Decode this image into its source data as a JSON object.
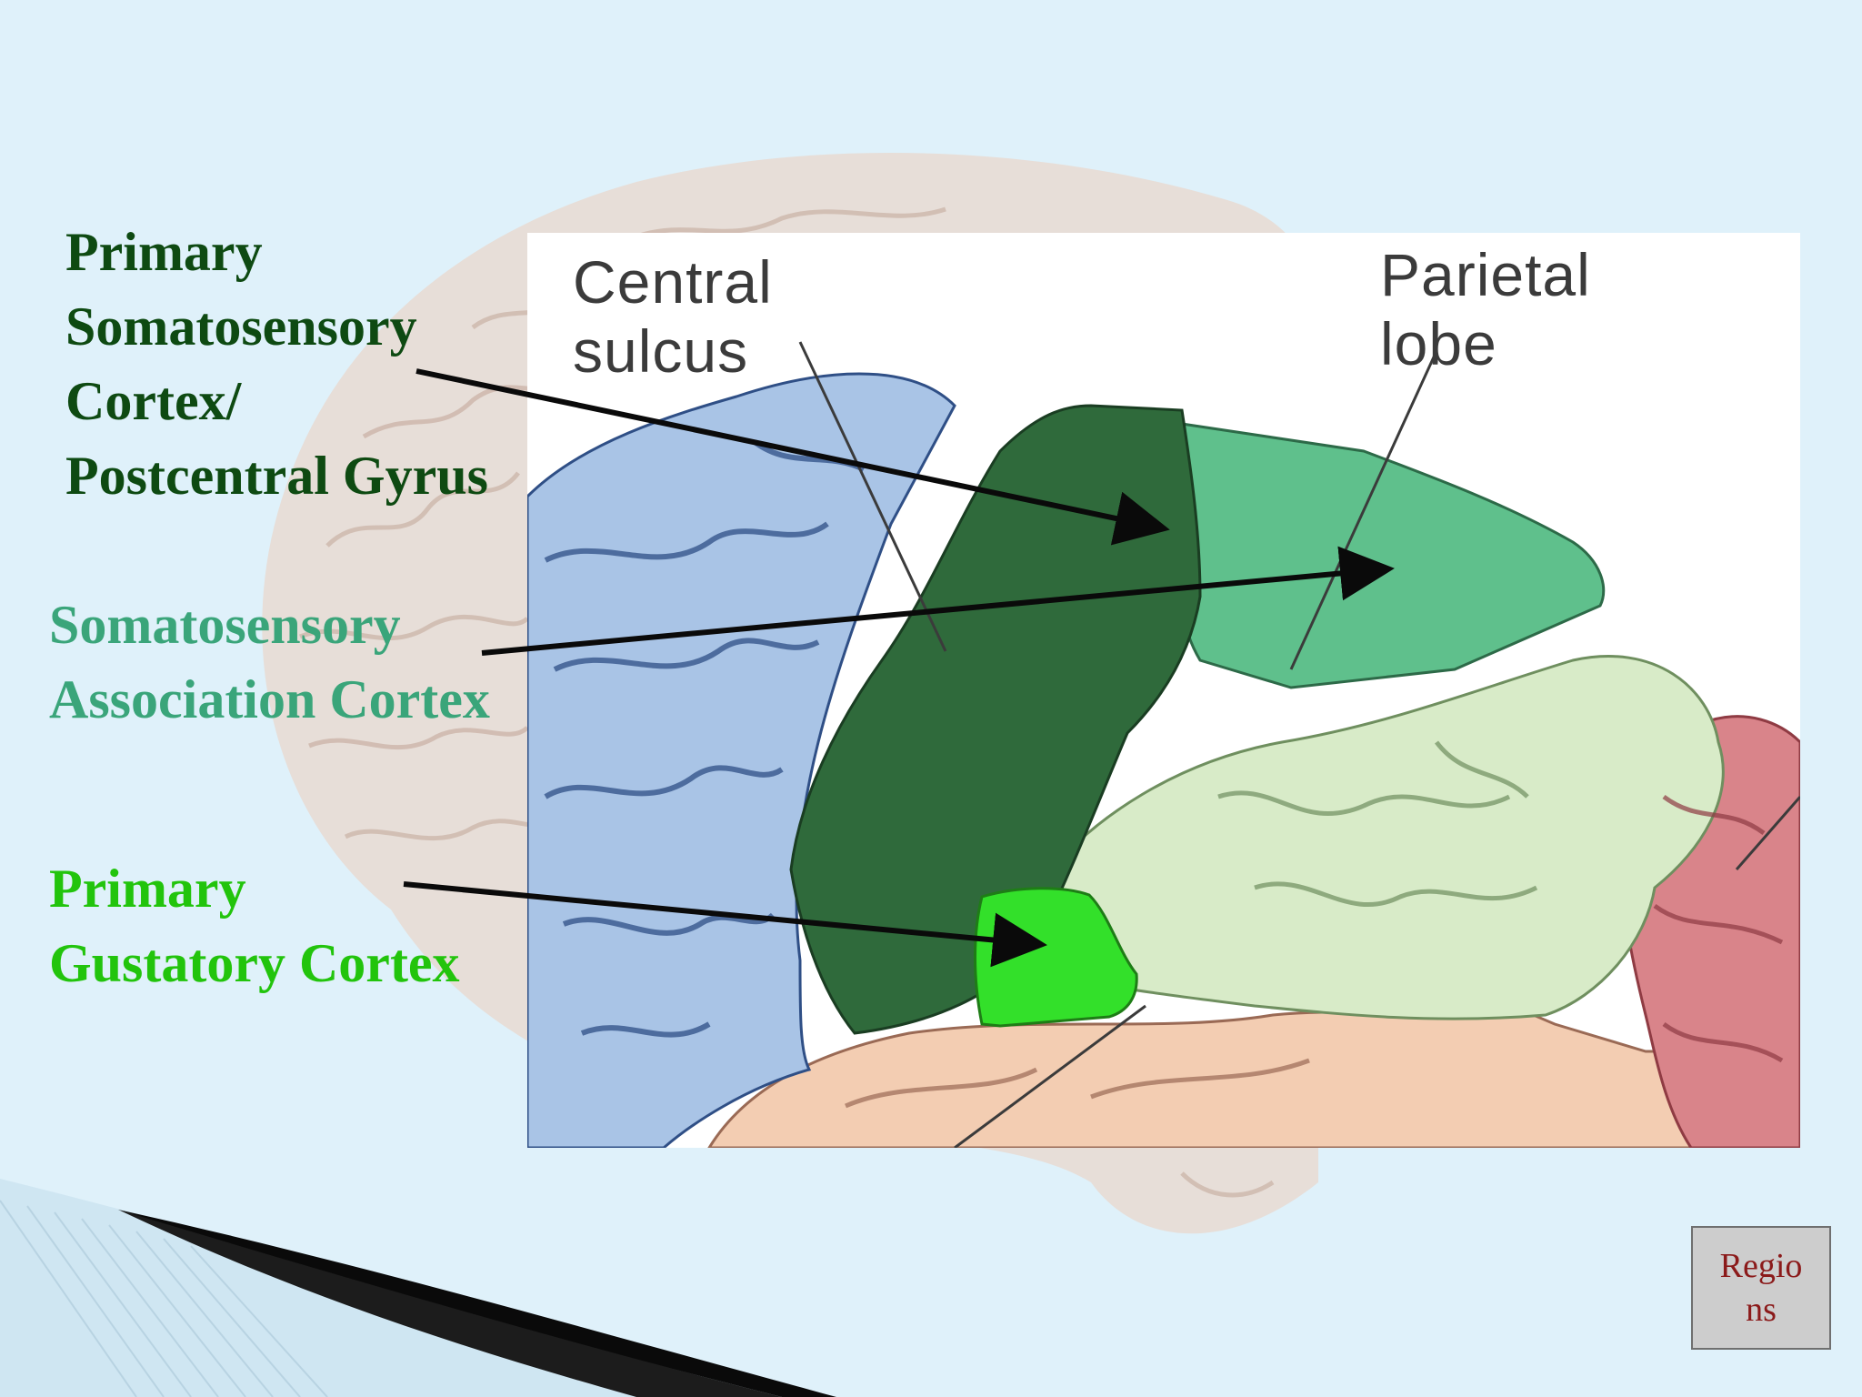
{
  "figure": {
    "central_sulcus": [
      "Central",
      "sulcus"
    ],
    "parietal_lobe": [
      "Parietal",
      "lobe"
    ]
  },
  "callouts": {
    "primary_somatosensory": {
      "lines": [
        "Primary",
        "Somatosensory",
        "Cortex/",
        "Postcentral Gyrus"
      ],
      "color": "#0e4a12"
    },
    "association": {
      "lines": [
        "Somatosensory",
        "Association Cortex"
      ],
      "color": "#3aa57a"
    },
    "gustatory": {
      "lines": [
        "Primary",
        "Gustatory Cortex"
      ],
      "color": "#22c40c"
    }
  },
  "nav_button": {
    "label": "Regions"
  },
  "colors": {
    "background": "#dff1fa",
    "frontal_lobe": "#a9c4e6",
    "postcentral_gyrus": "#2f6a3b",
    "association_cortex": "#5fc08c",
    "gustatory_cortex": "#33e02a",
    "lower_parietal": "#d8ebc8",
    "occipital": "#d9848a",
    "temporal": "#f3cdb2"
  }
}
